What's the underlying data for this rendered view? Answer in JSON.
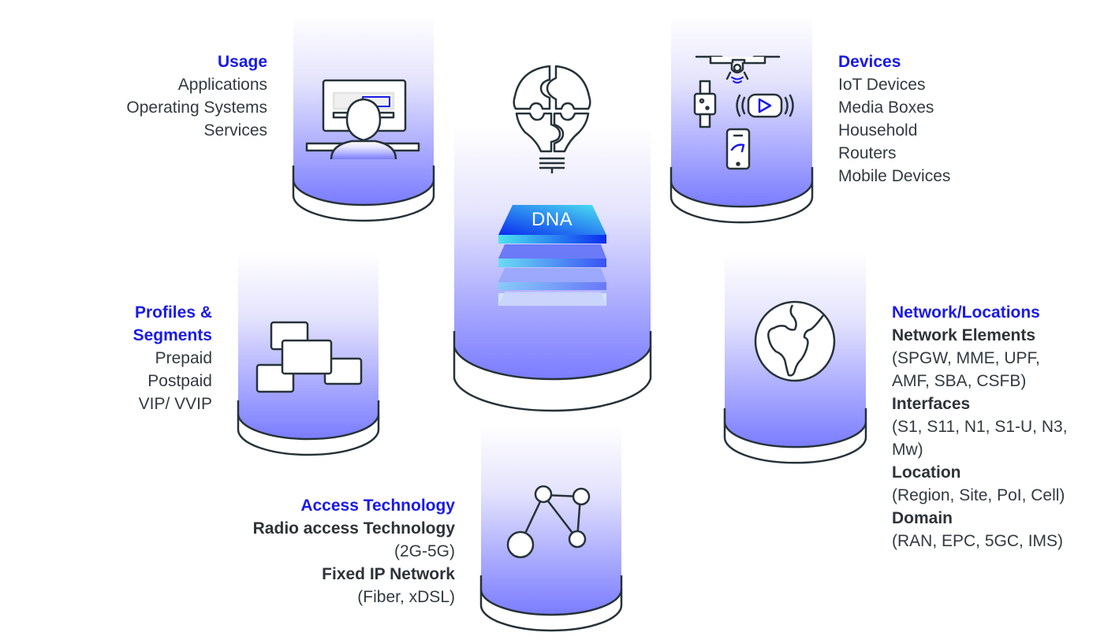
{
  "colors": {
    "heading": "#1a1ae6",
    "text": "#333a40",
    "cylinder_gradient_top": "#ffffff",
    "cylinder_gradient_bottom": "#7a7cff",
    "outline": "#263238"
  },
  "center": {
    "label": "DNA",
    "icons": [
      "lightbulb-puzzle-icon",
      "layered-stack-icon"
    ]
  },
  "usage": {
    "title": "Usage",
    "items": [
      "Applications",
      "Operating Systems",
      "Services"
    ],
    "icon": "person-at-computer-icon"
  },
  "devices": {
    "title": "Devices",
    "items": [
      "IoT Devices",
      "Media Boxes",
      "Household",
      "Routers",
      "Mobile Devices"
    ],
    "icon": "devices-icon"
  },
  "profiles": {
    "title_line1": "Profiles &",
    "title_line2": "Segments",
    "items": [
      "Prepaid",
      "Postpaid",
      "VIP/ VVIP"
    ],
    "icon": "stacked-cards-icon"
  },
  "network": {
    "title": "Network/Locations",
    "sections": [
      {
        "heading": "Network Elements",
        "lines": [
          "(SPGW, MME, UPF,",
          "AMF, SBA, CSFB)"
        ]
      },
      {
        "heading": "Interfaces",
        "lines": [
          "(S1, S11, N1, S1-U, N3,",
          "Mw)"
        ]
      },
      {
        "heading": "Location",
        "lines": [
          "(Region, Site, PoI, Cell)"
        ]
      },
      {
        "heading": "Domain",
        "lines": [
          "(RAN, EPC, 5GC, IMS)"
        ]
      }
    ],
    "icon": "globe-icon"
  },
  "access": {
    "title": "Access Technology",
    "sections": [
      {
        "heading": "Radio access Technology",
        "lines": [
          "(2G-5G)"
        ]
      },
      {
        "heading": "Fixed IP Network",
        "lines": [
          "(Fiber, xDSL)"
        ]
      }
    ],
    "icon": "network-nodes-icon"
  }
}
